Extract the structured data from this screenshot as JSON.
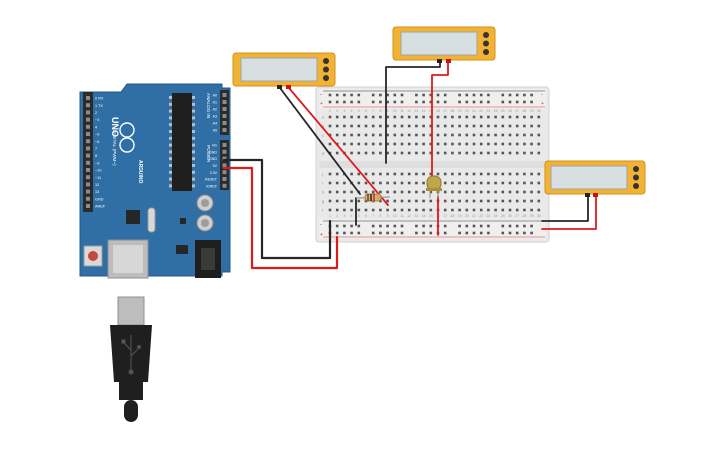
{
  "board": {
    "brand": "UNO",
    "maker": "ARDUINO",
    "digital_label": "DIGITAL (PWM~)",
    "analog_label": "ANALOG IN",
    "power_label": "POWER",
    "digital_pins": [
      "0 RX",
      "1 TX",
      "2",
      "~3",
      "4",
      "~5",
      "~6",
      "7",
      "8",
      "~9",
      "~10",
      "~11",
      "12",
      "13",
      "GND",
      "AREF"
    ],
    "analog_pins": [
      "A0",
      "A1",
      "A2",
      "A3",
      "A4",
      "A5"
    ],
    "power_pins": [
      "Vin",
      "GND",
      "GND",
      "5V",
      "3.3V",
      "RESET",
      "IOREF"
    ]
  },
  "breadboard": {
    "columns": 30,
    "row_letters_top": [
      "a",
      "b",
      "c",
      "d",
      "e"
    ],
    "row_letters_bottom": [
      "f",
      "g",
      "h",
      "i",
      "j"
    ],
    "rail_minus": "-",
    "rail_plus": "+"
  },
  "multimeters": [
    {
      "id": "meter-1",
      "display": ""
    },
    {
      "id": "meter-2",
      "display": ""
    },
    {
      "id": "meter-3",
      "display": ""
    }
  ],
  "components": {
    "resistor": "resistor",
    "led": "LED"
  },
  "colors": {
    "board": "#2f6fa5",
    "breadboard": "#e9e9e9",
    "wire_red": "#e0191b",
    "wire_black": "#262626",
    "meter_body": "#f2b233",
    "meter_screen": "#d7dfe3",
    "led": "#bfa64a"
  }
}
